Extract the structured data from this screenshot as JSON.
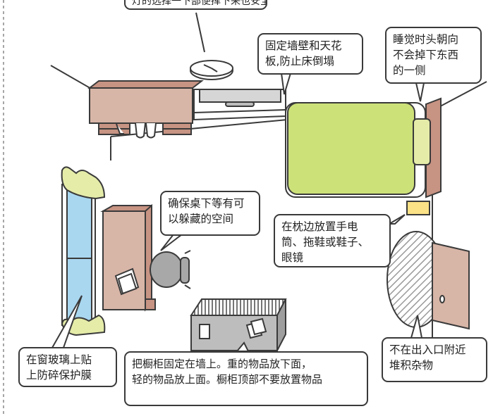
{
  "colors": {
    "outline": "#3a3a3a",
    "wood": "#d7b5a7",
    "wood_dark": "#c79383",
    "bed_green": "#cde179",
    "pillow_green": "#e5eca8",
    "window_blue": "#a9d7f0",
    "pad_yellow": "#fbe286",
    "chair_gray": "#a8a8a8",
    "film_gray": "#bdbdbd",
    "hatch": "#9a9a9a"
  },
  "callouts": {
    "clock_note": "灯的选择一下部便挥下来也安全的特质",
    "ceiling_fix": {
      "line1": "固定墙壁和天花",
      "line2": "板,防止床倒塌"
    },
    "head_direction": {
      "line1": "睡觉时头朝向",
      "line2": "不会掉下东西",
      "line3": "的一侧"
    },
    "desk_space": {
      "line1": "确保桌下等有可",
      "line2": "以躲藏的空间"
    },
    "pillow_items": {
      "line1": "在枕边放置手电",
      "line2": "筒、拖鞋或鞋子、",
      "line3": "眼镜"
    },
    "window_film": {
      "line1": "在窗玻璃上贴",
      "line2": "上防碎保护膜"
    },
    "entrance": {
      "line1": "不在出入口附近",
      "line2": "堆积杂物"
    },
    "cabinet_fix": {
      "line1": "把橱柜固定在墙上。重的物品放下面，",
      "line2": "轻的物品放上面。橱柜顶部不要放置物品"
    }
  }
}
